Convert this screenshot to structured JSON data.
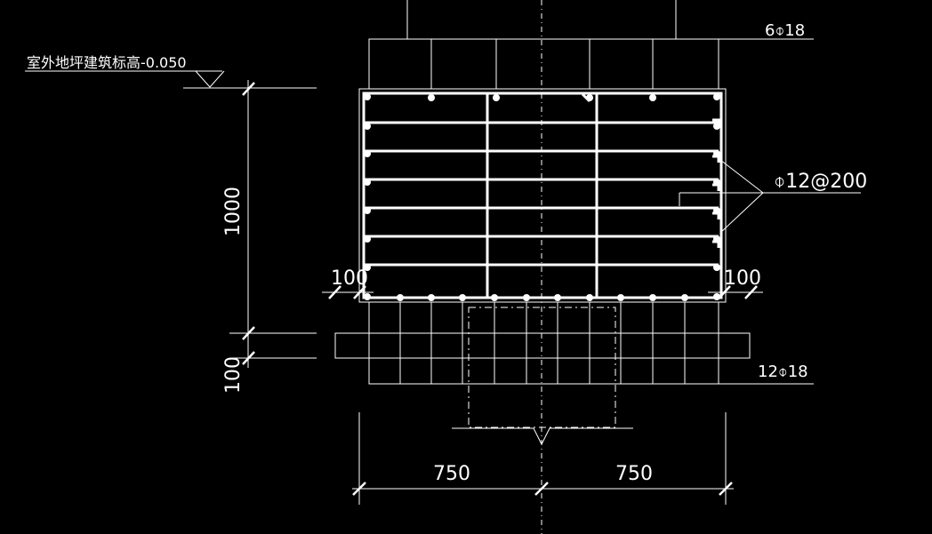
{
  "drawing": {
    "ground_elevation_note": "室外地坪建筑标高-0.050",
    "top_bars_label": "6⌽18",
    "stirrup_label": "⌽12@200",
    "bottom_bars_label": "12⌽18",
    "dim_height": "1000",
    "dim_base": "100",
    "dim_cover_left": "100",
    "dim_cover_right": "100",
    "dim_width_left": "750",
    "dim_width_right": "750"
  },
  "colors": {
    "background": "#000000",
    "lines": "#ffffff"
  }
}
